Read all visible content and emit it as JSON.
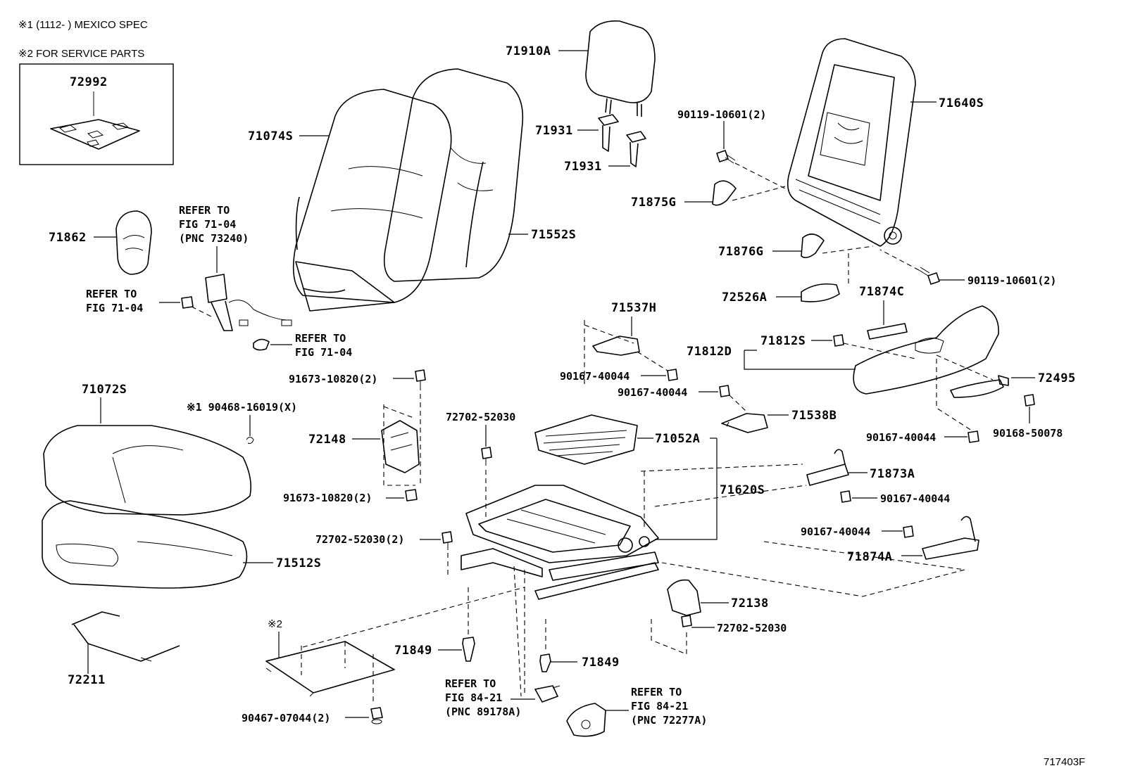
{
  "notes": {
    "note1": "※1 (1112-     ) MEXICO SPEC",
    "note2": "※2 FOR SERVICE PARTS"
  },
  "service_box": {
    "part": "72992"
  },
  "figure_id": "717403F",
  "labels": {
    "p71910A": "71910A",
    "p71931a": "71931",
    "p71931b": "71931",
    "p71074S": "71074S",
    "p71552S": "71552S",
    "p71640S": "71640S",
    "p90119a": "90119-10601(2)",
    "p90119b": "90119-10601(2)",
    "p71875G": "71875G",
    "p71876G": "71876G",
    "p72526A": "72526A",
    "p71874C": "71874C",
    "p71812S": "71812S",
    "p71812D": "71812D",
    "p72495": "72495",
    "p90168": "90168-50078",
    "p90167a": "90167-40044",
    "p90167b": "90167-40044",
    "p90167c": "90167-40044",
    "p90167d": "90167-40044",
    "p90167e": "90167-40044",
    "p71537H": "71537H",
    "p71538B": "71538B",
    "p71052A": "71052A",
    "p71620S": "71620S",
    "p71873A": "71873A",
    "p71874A": "71874A",
    "p72138": "72138",
    "p72702a": "72702-52030",
    "p72702b": "72702-52030(2)",
    "p72702c": "72702-52030",
    "p71849a": "71849",
    "p71849b": "71849",
    "p71862": "71862",
    "p71072S": "71072S",
    "p71512S": "71512S",
    "p72211": "72211",
    "p72148": "72148",
    "p91673a": "91673-10820(2)",
    "p91673b": "91673-10820(2)",
    "p90468": "※1 90468-16019(X)",
    "p90467": "90467-07044(2)",
    "mark2": "※2"
  },
  "refs": {
    "ref1": [
      "REFER TO",
      "FIG 71-04",
      "(PNC 73240)"
    ],
    "ref2": [
      "REFER TO",
      "FIG 71-04"
    ],
    "ref3": [
      "REFER TO",
      "FIG 71-04"
    ],
    "ref4": [
      "REFER TO",
      "FIG 84-21",
      "(PNC 89178A)"
    ],
    "ref5": [
      "REFER TO",
      "FIG 84-21",
      "(PNC 72277A)"
    ]
  }
}
